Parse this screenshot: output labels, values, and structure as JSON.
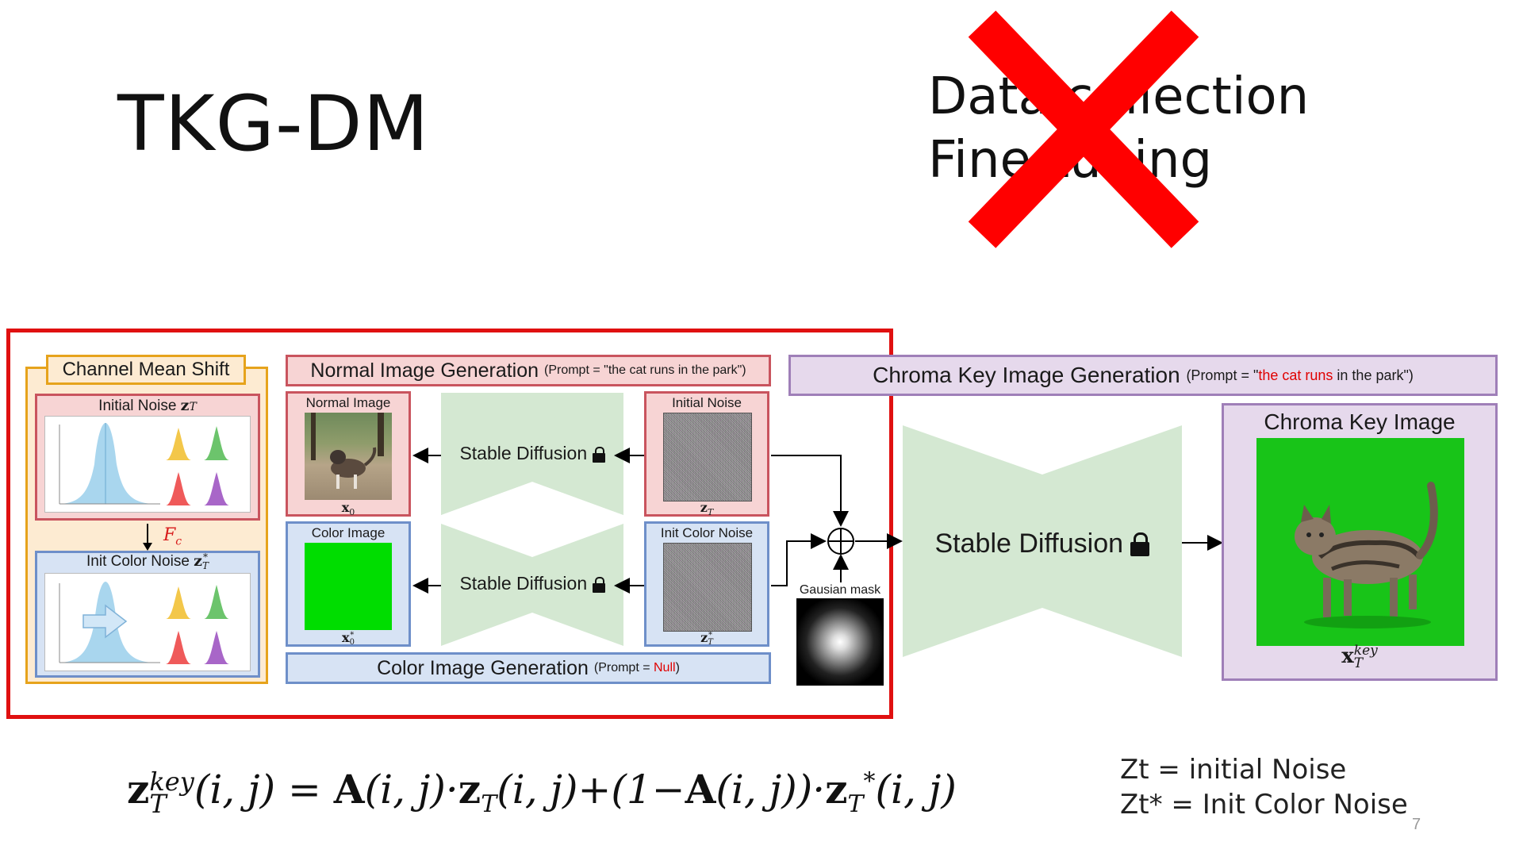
{
  "slide": {
    "title": "TKG-DM",
    "struck_lines": [
      "Data collection",
      "Fine-tuning"
    ],
    "page_number": "7"
  },
  "channel_mean_shift": {
    "title": "Channel Mean Shift",
    "initial_noise_label": "Initial Noise",
    "initial_noise_symbol": "z",
    "initial_noise_sub": "T",
    "fc_label": "F",
    "fc_sub": "c",
    "init_color_noise_label": "Init Color Noise",
    "init_color_noise_symbol": "z",
    "init_color_noise_sup": "*",
    "init_color_noise_sub": "T"
  },
  "normal_generation": {
    "title": "Normal Image Generation",
    "prompt_prefix": "(Prompt = \"the cat runs in the park\")",
    "normal_image_label": "Normal Image",
    "normal_image_symbol": "x",
    "normal_image_sub": "0",
    "stable_diffusion_label": "Stable Diffusion",
    "initial_noise_label": "Initial Noise",
    "initial_noise_symbol": "z",
    "initial_noise_sub": "T"
  },
  "color_generation": {
    "title": "Color Image Generation",
    "prompt_prefix": "(Prompt = ",
    "prompt_null": "Null",
    "prompt_suffix": ")",
    "color_image_label": "Color Image",
    "color_image_symbol": "x",
    "color_image_sup": "*",
    "color_image_sub": "0",
    "stable_diffusion_label": "Stable Diffusion",
    "init_color_noise_label": "Init Color Noise",
    "init_color_noise_symbol": "z",
    "init_color_noise_sup": "*",
    "init_color_noise_sub": "T"
  },
  "mask": {
    "label": "Gausian mask"
  },
  "chroma_generation": {
    "title": "Chroma Key Image Generation",
    "prompt_open": "(Prompt = \"",
    "prompt_red": "the cat runs",
    "prompt_rest": " in the park\")",
    "stable_diffusion_label": "Stable Diffusion",
    "output_label": "Chroma Key Image",
    "output_symbol": "x",
    "output_sup": "key",
    "output_sub": "T"
  },
  "formula": {
    "lhs_symbol": "z",
    "lhs_sup": "key",
    "lhs_sub": "T",
    "lhs_args": "(i, j) = ",
    "a1": "A",
    "args1": "(i, j)·",
    "z1": "z",
    "z1_sub": "T",
    "args2": "(i, j)+(1−",
    "a2": "A",
    "args3": "(i, j))·",
    "z2": "z",
    "z2_sub": "T",
    "z2_sup": "*",
    "args4": "(i, j)"
  },
  "legend": {
    "line1": "Zt = initial Noise",
    "line2": "Zt* = Init Color Noise"
  },
  "colors": {
    "red_frame": "#e01010",
    "channel_panel_border": "#e6a31c",
    "channel_panel_fill": "#fdebd2",
    "pink_border": "#c9545e",
    "pink_fill": "#f7d4d4",
    "blue_border": "#6e8fc9",
    "blue_fill": "#d7e3f4",
    "purple_border": "#9f7fb8",
    "purple_fill": "#e6d9ec",
    "sd_green": "#d4e8d2",
    "chroma_green": "#18c418",
    "color_image_green": "#00dd00"
  },
  "icons": [
    "lock-icon",
    "arrow-icon",
    "sum-junction-icon",
    "cat-icon",
    "cross-out-icon"
  ]
}
